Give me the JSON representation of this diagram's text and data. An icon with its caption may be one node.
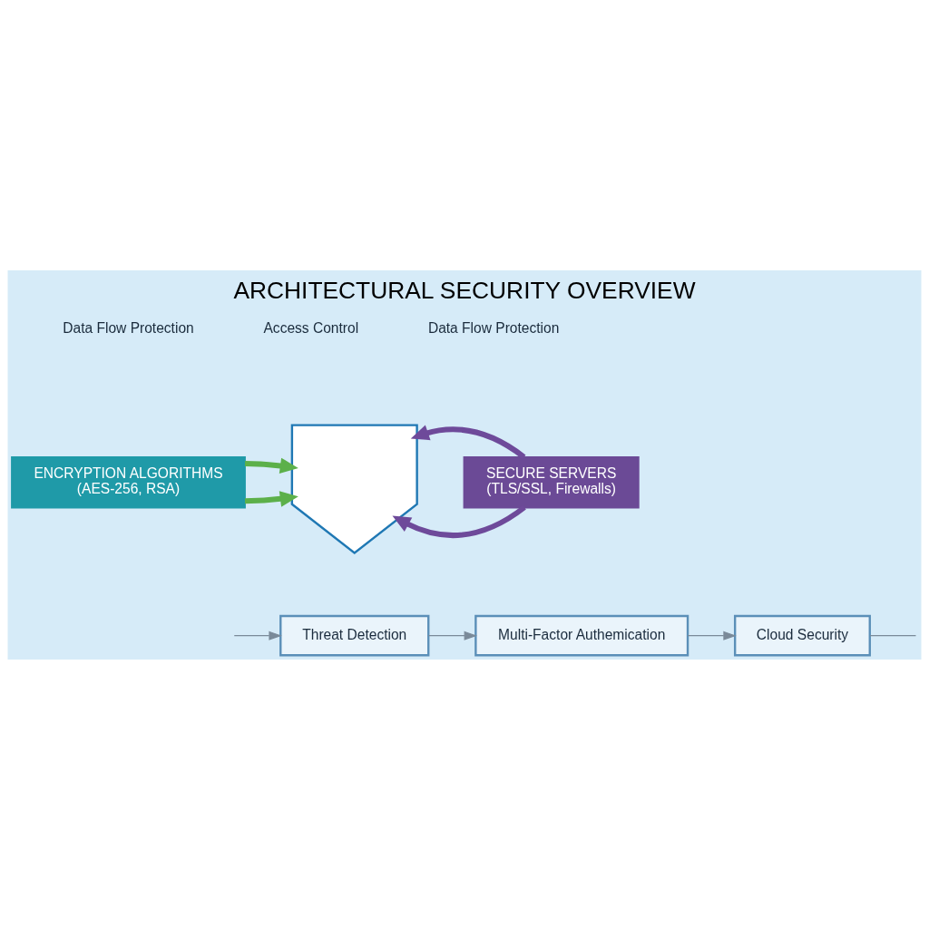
{
  "diagram": {
    "title": "ARCHITECTURAL SECURITY OVERVIEW",
    "nodes": [
      {
        "text": [],
        "shape": "shield"
      },
      {
        "text": [
          "ENCRYPTION ALGORITHMS",
          "(AES-256, RSA)"
        ]
      },
      {
        "text": [
          "SECURE SERVERS",
          "(TLS/SSL, Firewalls)"
        ]
      },
      {
        "text": [
          "Threat Detection"
        ]
      },
      {
        "text": [
          "Multi-Factor Authemication"
        ]
      },
      {
        "text": [
          "Cloud Security"
        ]
      }
    ],
    "edges": [
      {
        "from": 1,
        "to": 0,
        "arrow": "to",
        "style": "thick",
        "color": "#5cb04a"
      },
      {
        "from": 1,
        "to": 0,
        "arrow": "to",
        "style": "thick",
        "color": "#5cb04a"
      },
      {
        "from": 2,
        "to": 0,
        "arrow": "to",
        "style": "thick",
        "color": "#6e4a9a"
      },
      {
        "from": 2,
        "to": 0,
        "arrow": "to",
        "style": "thick",
        "color": "#6e4a9a"
      },
      {
        "from": null,
        "to": 3,
        "arrow": "to"
      },
      {
        "from": 3,
        "to": 4,
        "arrow": "to"
      },
      {
        "from": 4,
        "to": 5,
        "arrow": "to"
      },
      {
        "from": 5,
        "to": null,
        "arrow": "none"
      }
    ],
    "labels": [
      "Data Flow Protection",
      "Access Control",
      "Data Flow Protection"
    ]
  }
}
